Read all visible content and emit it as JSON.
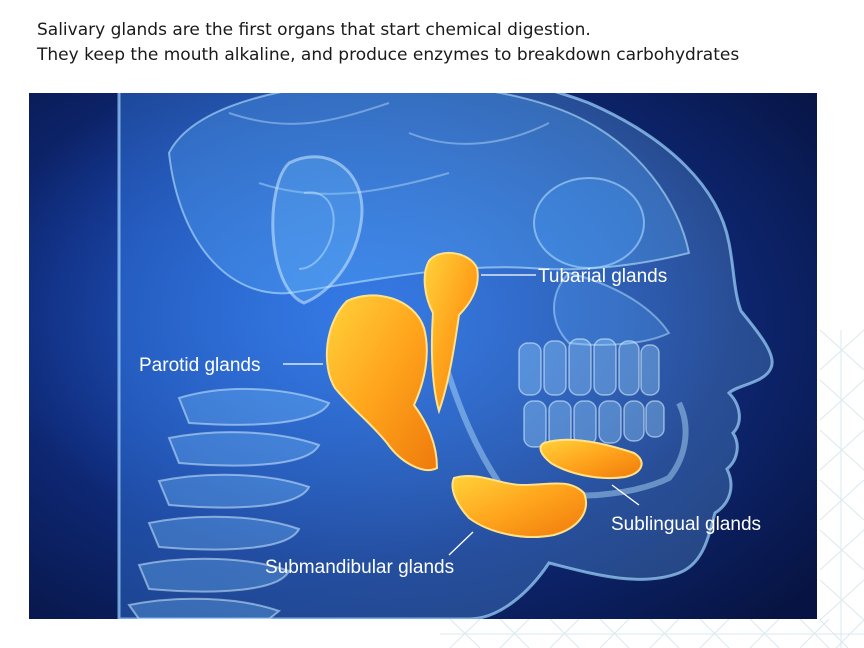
{
  "slide": {
    "lines": [
      "Salivary glands are the first organs that start chemical digestion.",
      "They keep the mouth alkaline, and produce enzymes to breakdown carbohydrates"
    ]
  },
  "illustration": {
    "labels": {
      "tubarial": "Tubarial glands",
      "parotid": "Parotid glands",
      "sublingual": "Sublingual glands",
      "submandibular": "Submandibular glands"
    },
    "colors": {
      "background": "#0a1a4d",
      "skull": "#5fb3ff",
      "gland": "#ffa41c",
      "label": "#ffffff"
    }
  }
}
